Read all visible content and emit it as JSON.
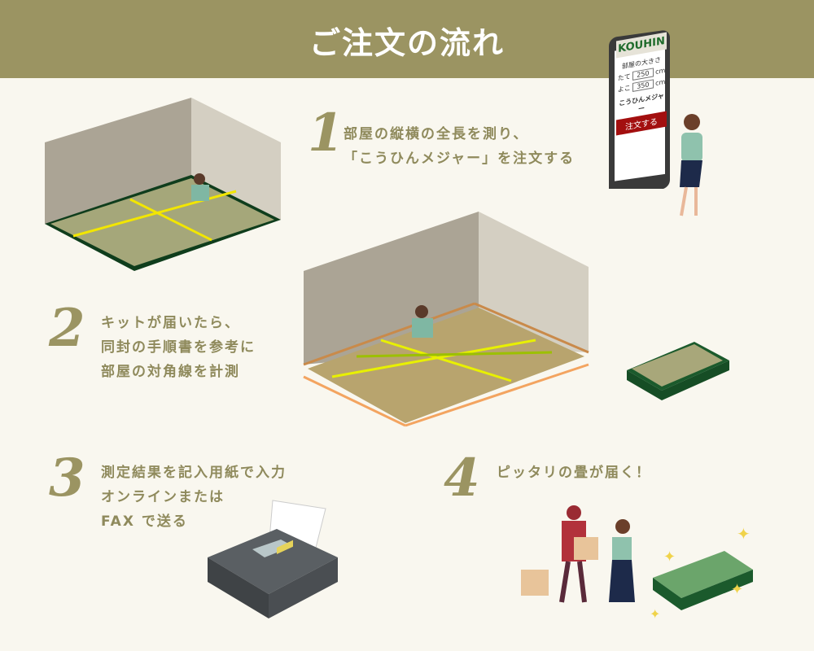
{
  "header": {
    "title": "ご注文の流れ"
  },
  "steps": [
    {
      "number": "1",
      "lines": [
        "部屋の縦横の全長を測り、",
        "「こうひんメジャー」を注文する"
      ]
    },
    {
      "number": "2",
      "lines": [
        "キットが届いたら、",
        "同封の手順書を参考に",
        "部屋の対角線を計測"
      ]
    },
    {
      "number": "3",
      "lines": [
        "測定結果を記入用紙で入力",
        "オンラインまたは",
        "FAX で送る"
      ]
    },
    {
      "number": "4",
      "lines": [
        "ピッタリの畳が届く！"
      ]
    }
  ],
  "phone": {
    "brand": "KOUHIN",
    "form_title": "部屋の大きさ",
    "height_label": "たて",
    "height_value": "250",
    "width_label": "よこ",
    "width_value": "350",
    "unit": "cm",
    "product": "こうひんメジャー",
    "order_button": "注文する"
  },
  "colors": {
    "header": "#9b9462",
    "background": "#f9f7ef",
    "text": "#8f8a5c"
  }
}
